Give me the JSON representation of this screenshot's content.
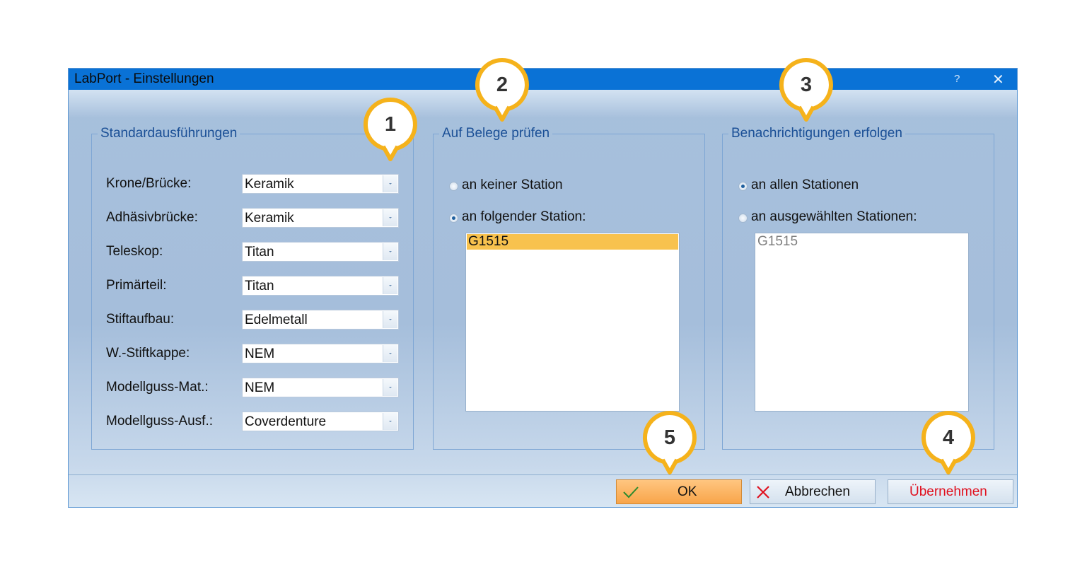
{
  "window": {
    "title": "LabPort - Einstellungen",
    "help_label": "?",
    "close_label": "✕"
  },
  "standard": {
    "legend": "Standardausführungen",
    "rows": [
      {
        "label": "Krone/Brücke:",
        "value": "Keramik"
      },
      {
        "label": "Adhäsivbrücke:",
        "value": "Keramik"
      },
      {
        "label": "Teleskop:",
        "value": "Titan"
      },
      {
        "label": "Primärteil:",
        "value": "Titan"
      },
      {
        "label": "Stiftaufbau:",
        "value": "Edelmetall"
      },
      {
        "label": "W.-Stiftkappe:",
        "value": "NEM"
      },
      {
        "label": "Modellguss-Mat.:",
        "value": "NEM"
      },
      {
        "label": "Modellguss-Ausf.:",
        "value": "Coverdenture"
      }
    ]
  },
  "belege": {
    "legend": "Auf Belege prüfen",
    "options": [
      {
        "label": "an keiner Station",
        "selected": false
      },
      {
        "label": "an folgender Station:",
        "selected": true
      }
    ],
    "list": [
      "G1515"
    ]
  },
  "benachrichtigung": {
    "legend": "Benachrichtigungen erfolgen",
    "options": [
      {
        "label": "an allen Stationen",
        "selected": true
      },
      {
        "label": "an ausgewählten Stationen:",
        "selected": false
      }
    ],
    "list": [
      "G1515"
    ]
  },
  "buttons": {
    "ok": "OK",
    "cancel": "Abbrechen",
    "apply": "Übernehmen"
  },
  "callouts": [
    "1",
    "2",
    "3",
    "4",
    "5"
  ],
  "colors": {
    "title_bar": "#0a72d6",
    "callout_ring": "#f5b21b",
    "selection": "#f8c24e",
    "apply_text": "#e0101e",
    "legend_text": "#1a4f96"
  }
}
